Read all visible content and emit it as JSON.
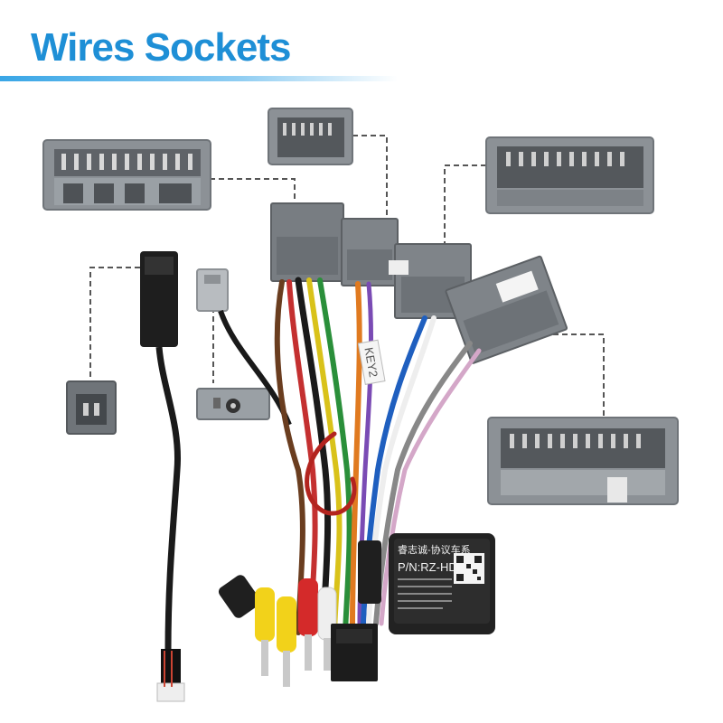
{
  "header": {
    "title": "Wires Sockets"
  },
  "labels": {
    "key_tag": "KEY2"
  },
  "module": {
    "line1": "睿志诚-协议车系",
    "line2": "P/N:RZ-HD01"
  },
  "colors": {
    "title_blue": "#1e8fd6",
    "connector_gray": "#8c9196",
    "connector_dark": "#6f7479",
    "dash_line": "#555555",
    "module_black": "#222222",
    "rca_yellow": "#f2d21a",
    "rca_red": "#d42a2a",
    "rca_white": "#eeeeee"
  }
}
